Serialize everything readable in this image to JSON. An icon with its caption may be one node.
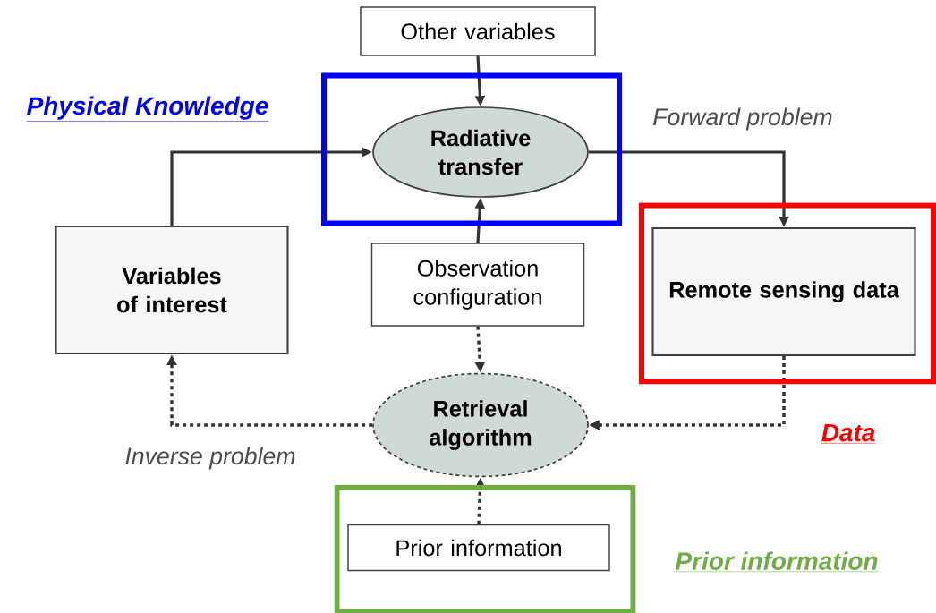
{
  "diagram": {
    "nodes": [
      {
        "text": [
          "Other variables"
        ]
      },
      {
        "text": [
          "Physical Knowledge"
        ]
      },
      {
        "text": [
          "Radiative transfer"
        ],
        "in": 1
      },
      {
        "text": [
          "Variables of interest"
        ]
      },
      {
        "text": [
          "Observation configuration"
        ]
      },
      {
        "text": [
          "Data"
        ]
      },
      {
        "text": [
          "Remote sensing data"
        ],
        "in": 5
      },
      {
        "text": [
          "Retrieval algorithm"
        ]
      },
      {
        "text": [
          "Prior information"
        ]
      },
      {
        "text": [
          "Prior information"
        ],
        "in": 8
      }
    ],
    "edges": [
      {
        "from": 0,
        "to": 2,
        "arrow": "to"
      },
      {
        "from": 3,
        "to": 2,
        "arrow": "to"
      },
      {
        "from": 4,
        "to": 2,
        "arrow": "to"
      },
      {
        "from": 2,
        "to": 6,
        "arrow": "to",
        "label": "Forward problem"
      },
      {
        "from": 4,
        "to": 7,
        "arrow": "to",
        "style": "dashed"
      },
      {
        "from": 6,
        "to": 7,
        "arrow": "to",
        "style": "dashed"
      },
      {
        "from": 7,
        "to": 3,
        "arrow": "to",
        "style": "dashed",
        "label": "Inverse problem"
      },
      {
        "from": 9,
        "to": 7,
        "arrow": "to",
        "style": "dashed"
      }
    ]
  }
}
